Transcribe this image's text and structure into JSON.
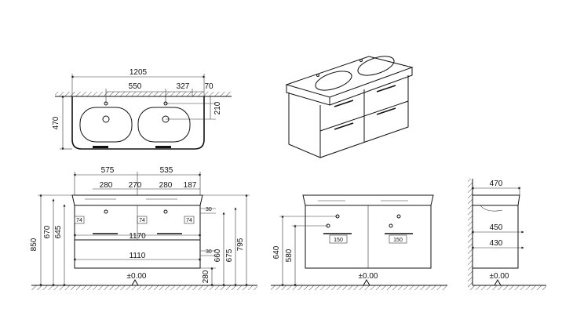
{
  "top_view": {
    "overall_width": "1205",
    "gap_a": "550",
    "gap_b": "327",
    "edge": "70",
    "depth": "470",
    "tap_offset": "210"
  },
  "front_view": {
    "offset_left": "575",
    "offset_right": "535",
    "d280_left": "280",
    "d270": "270",
    "d280_right": "280",
    "d187": "187",
    "d30_top": "30",
    "d74_a": "74",
    "d74_b": "74",
    "d74_c": "74",
    "inner_width_top": "1170",
    "inner_width_bottom": "1110",
    "d30_bottom": "30",
    "h850": "850",
    "h670": "670",
    "h645": "645",
    "h280": "280",
    "h660": "660",
    "h675": "675",
    "h795": "795",
    "floor": "±0.00"
  },
  "back_view": {
    "h640": "640",
    "h580": "580",
    "d150_left": "150",
    "d150_right": "150",
    "floor": "±0.00"
  },
  "side_view": {
    "depth": "470",
    "d450": "450",
    "d430": "430",
    "floor": "±0.00"
  }
}
